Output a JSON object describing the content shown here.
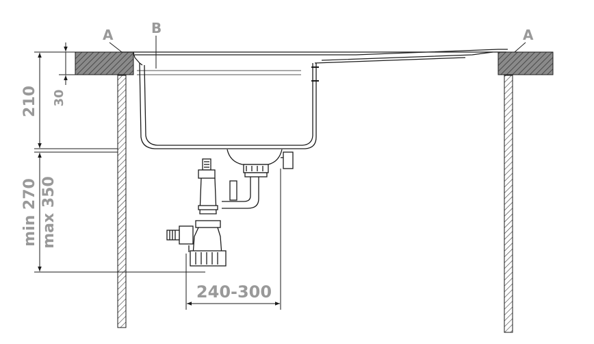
{
  "labels": {
    "countertop_left": "A",
    "countertop_right": "A",
    "sink_bowl": "B"
  },
  "dimensions": {
    "bowl_height": "210",
    "countertop_thickness": "30",
    "siphon_height_min": "min 270",
    "siphon_height_max": "max 350",
    "siphon_offset": "240-300"
  },
  "colors": {
    "label_gray": "#999999",
    "line": "#1a1a1a",
    "hatch_fill": "#7a7a7a"
  }
}
